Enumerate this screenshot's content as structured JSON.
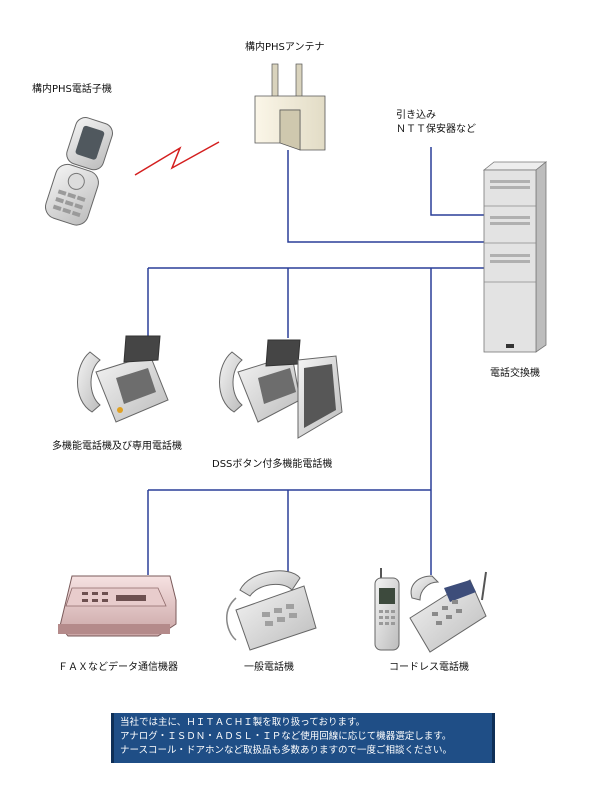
{
  "labels": {
    "phs_antenna": "構内PHSアンテナ",
    "phs_handset": "構内PHS電話子機",
    "ntt_line": [
      "引き込み",
      "ＮＴＴ保安器など"
    ],
    "pbx": "電話交換機",
    "multi_phone": "多機能電話機及び専用電話機",
    "dss_phone": "DSSボタン付多機能電話機",
    "fax": "ＦＡＸなどデータ通信機器",
    "general_phone": "一般電話機",
    "cordless_phone": "コードレス電話機"
  },
  "notice": [
    "当社では主に、ＨＩＴＡＣＨＩ製を取り扱っております。",
    "アナログ・ＩＳＤＮ・ＡＤＳＬ・ＩＰなど使用回線に応じて機器選定します。",
    "ナースコール・ドアホンなど取扱品も多数ありますので一度ご相談ください。"
  ],
  "colors": {
    "wire": "#2a3f99",
    "wireless": "#d41f1f",
    "notice_bg": "#1f4e86"
  }
}
